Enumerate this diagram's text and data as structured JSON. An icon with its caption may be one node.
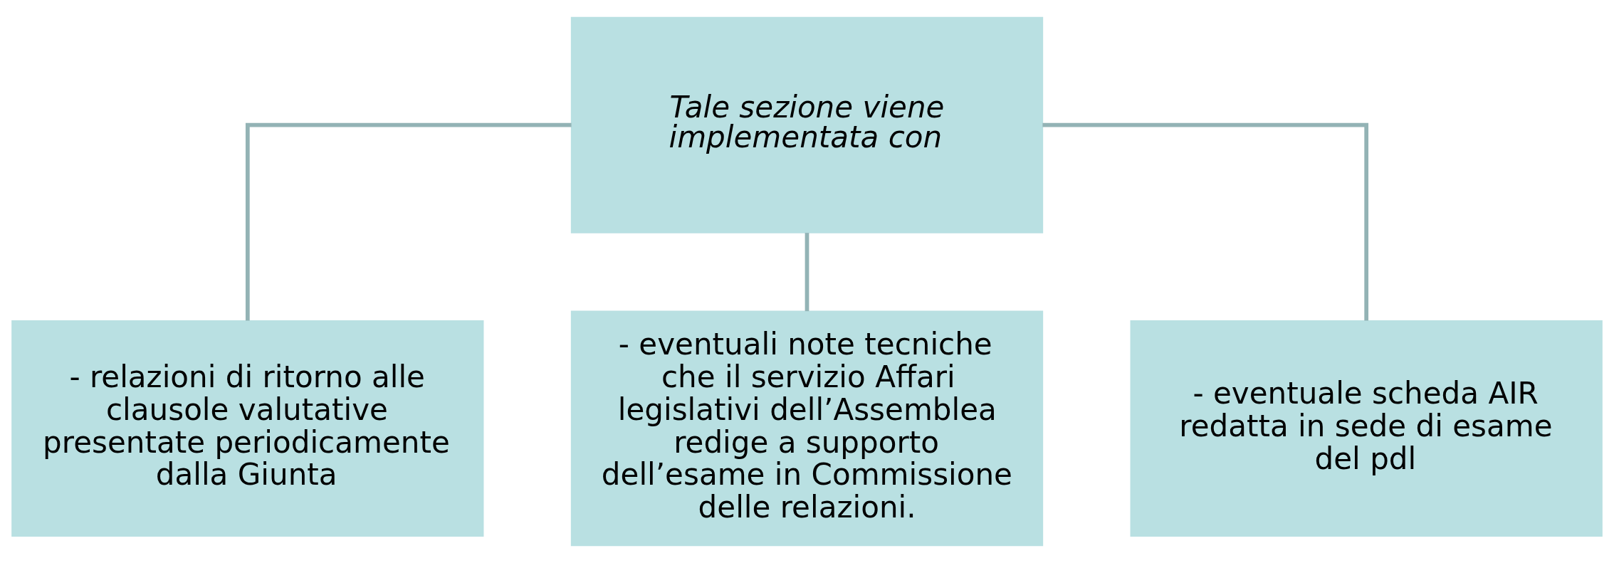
{
  "diagram": {
    "nodes": [
      {
        "text": [
          "Tale sezione viene implementata con"
        ]
      },
      {
        "text": [
          "- relazioni di ritorno alle clausole valutative presentate periodicamente dalla Giunta"
        ]
      },
      {
        "text": [
          "- eventuali note tecniche che il servizio Affari legislativi dell’Assemblea redige a supporto dell’esame in Commissione delle relazioni."
        ]
      },
      {
        "text": [
          "- eventuale scheda AIR redatta in sede di esame del pdl"
        ]
      }
    ],
    "edges": [
      {
        "from": 0,
        "to": 1,
        "arrow": "none"
      },
      {
        "from": 0,
        "to": 2,
        "arrow": "none"
      },
      {
        "from": 0,
        "to": 3,
        "arrow": "none"
      }
    ]
  }
}
